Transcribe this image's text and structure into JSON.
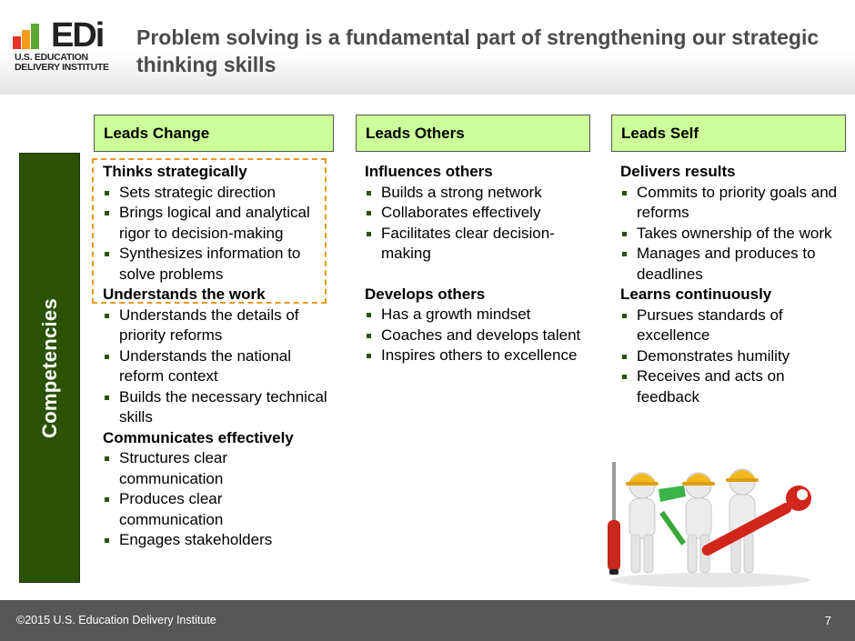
{
  "logo": {
    "brand": "EDi",
    "line1": "U.S. EDUCATION",
    "line2": "DELIVERY INSTITUTE",
    "colors": {
      "bar_red": "#e8332a",
      "bar_orange": "#f39a1e",
      "bar_green": "#5aa832"
    }
  },
  "title": "Problem solving is a fundamental part of strengthening our strategic thinking skills",
  "side_label": "Competencies",
  "columns": [
    {
      "header": "Leads Change",
      "sections": [
        {
          "title": "Thinks strategically",
          "items": [
            "Sets strategic direction",
            "Brings logical and analytical rigor to decision-making",
            "Synthesizes information to solve problems"
          ]
        },
        {
          "title": "Understands the work",
          "items": [
            "Understands the details of priority reforms",
            "Understands the national reform context",
            "Builds the necessary technical skills"
          ]
        },
        {
          "title": "Communicates effectively",
          "items": [
            "Structures clear communication",
            "Produces clear communication",
            "Engages stakeholders"
          ]
        }
      ]
    },
    {
      "header": "Leads Others",
      "sections": [
        {
          "title": "Influences others",
          "items": [
            "Builds a strong network",
            "Collaborates effectively",
            "Facilitates clear decision-making"
          ]
        },
        {
          "title": "Develops others",
          "items": [
            "Has a growth mindset",
            "Coaches and develops talent",
            "Inspires others to excellence"
          ]
        }
      ]
    },
    {
      "header": "Leads Self",
      "sections": [
        {
          "title": "Delivers results",
          "items": [
            "Commits to priority goals and reforms",
            "Takes ownership of the work",
            "Manages and produces to deadlines"
          ]
        },
        {
          "title": "Learns continuously",
          "items": [
            "Pursues standards of excellence",
            "Demonstrates humility",
            "Receives and acts on feedback"
          ]
        }
      ]
    }
  ],
  "colors": {
    "header_fill": "#ccff99",
    "side_bar": "#2b5205",
    "highlight_border": "#e69b1f",
    "footer": "#575757"
  },
  "illustration_icon": "three-workers-with-tools-icon",
  "footer": {
    "copyright": "©2015 U.S. Education  Delivery Institute",
    "page": "7"
  }
}
